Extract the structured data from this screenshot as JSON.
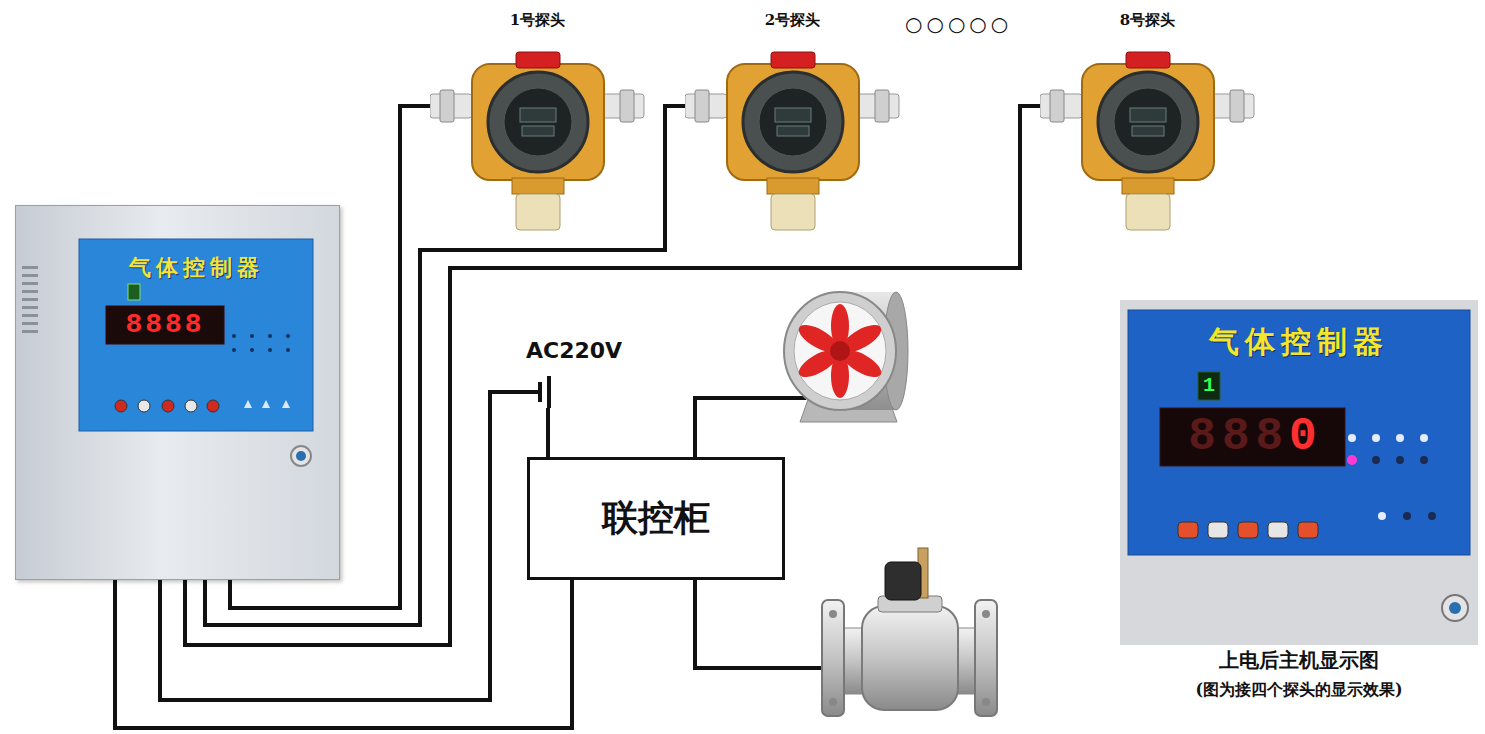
{
  "diagram": {
    "nodes": [
      {
        "text": [
          "1号探头"
        ]
      },
      {
        "text": [
          "2号探头"
        ]
      },
      {
        "text": [
          "8号探头"
        ]
      },
      {
        "text": [
          "气体控制器",
          "8888"
        ]
      },
      {
        "text": [
          "联控柜"
        ]
      },
      {
        "text": [
          "气体控制器",
          "1",
          "888",
          "0"
        ]
      }
    ],
    "edges": [
      {
        "from": 3,
        "to": 0,
        "arrow": "none"
      },
      {
        "from": 3,
        "to": 1,
        "arrow": "none"
      },
      {
        "from": 3,
        "to": 2,
        "arrow": "none"
      },
      {
        "from": 3,
        "to": 4,
        "arrow": "none"
      }
    ],
    "labels": [
      "○○○○○",
      "AC220V",
      "上电后主机显示图",
      "(图为接四个探头的显示效果)"
    ]
  }
}
